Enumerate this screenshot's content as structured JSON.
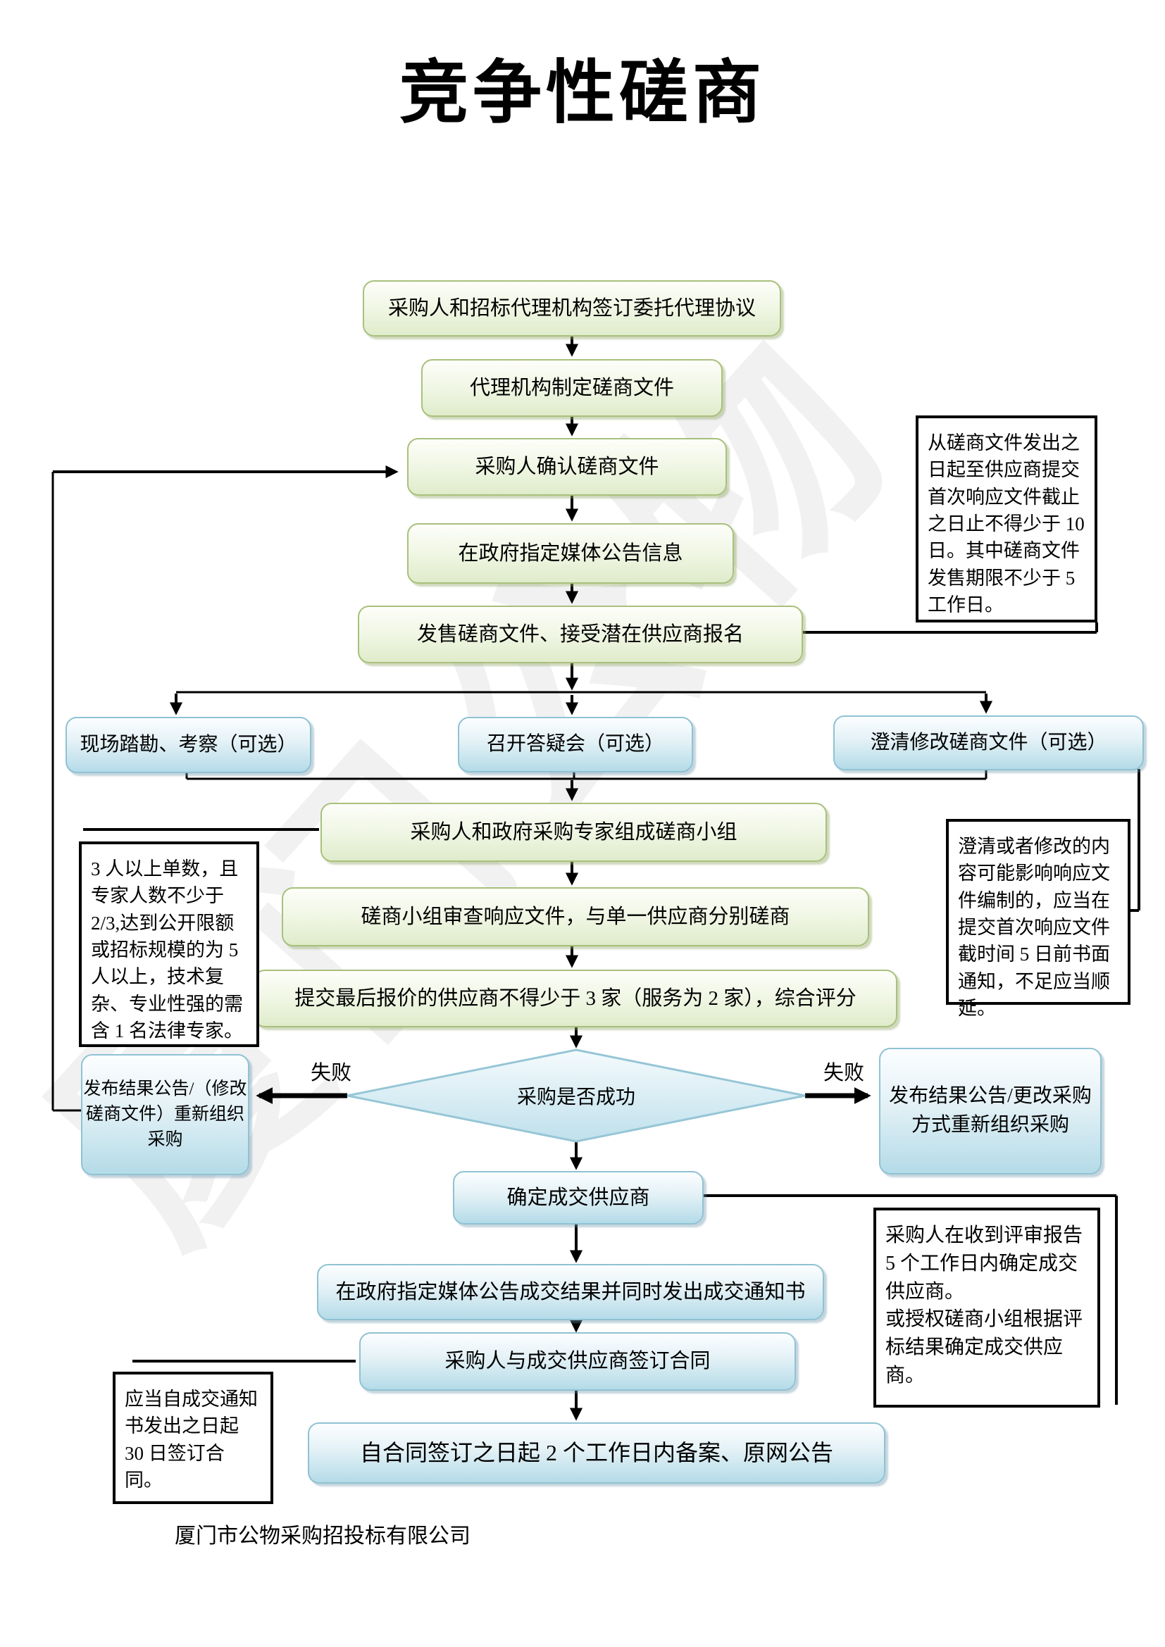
{
  "page": {
    "title": "竞争性磋商",
    "footer": "厦门市公物采购招投标有限公司",
    "watermark": "厦门公物"
  },
  "flow": {
    "sign_agreement": "采购人和招标代理机构签订委托代理协议",
    "draft_docs": "代理机构制定磋商文件",
    "confirm_docs": "采购人确认磋商文件",
    "announce_info": "在政府指定媒体公告信息",
    "sell_docs": "发售磋商文件、接受潜在供应商报名",
    "site_survey": "现场踏勘、考察（可选）",
    "qa_meeting": "召开答疑会（可选）",
    "clarify_docs": "澄清修改磋商文件（可选）",
    "form_team": "采购人和政府采购专家组成磋商小组",
    "review_docs": "磋商小组审查响应文件，与单一供应商分别磋商",
    "final_quote": "提交最后报价的供应商不得少于 3 家（服务为 2 家），综合评分",
    "decision": "采购是否成功",
    "fail_label_left": "失败",
    "fail_label_right": "失败",
    "fail_box_left": "发布结果公告/（修改磋商文件）重新组织采购",
    "fail_box_right": "发布结果公告/更改采购方式重新组织采购",
    "confirm_supplier": "确定成交供应商",
    "announce_result": "在政府指定媒体公告成交结果并同时发出成交通知书",
    "sign_contract": "采购人与成交供应商签订合同",
    "filing": "自合同签订之日起 2 个工作日内备案、原网公告"
  },
  "notes": {
    "doc_period": "从磋商文件发出之日起至供应商提交首次响应文件截止之日止不得少于 10 日。其中磋商文件发售期限不少于 5 工作日。",
    "team_rule": "3 人以上单数，且专家人数不少于 2/3,达到公开限额或招标规模的为 5 人以上，技术复杂、专业性强的需含 1 名法律专家。",
    "clarify_rule": "澄清或者修改的内容可能影响响应文件编制的，应当在提交首次响应文件截时间 5 日前书面通知，不足应当顺延。",
    "confirm_rule": "采购人在收到评审报告 5 个工作日内确定成交供应商。\n或授权磋商小组根据评标结果确定成交供应商。",
    "contract_rule": "应当自成交通知书发出之日起 30 日签订合同。"
  },
  "colors": {
    "green_border": "#a9c07c",
    "blue_border": "#8fc2d3",
    "arrow": "#000000"
  }
}
